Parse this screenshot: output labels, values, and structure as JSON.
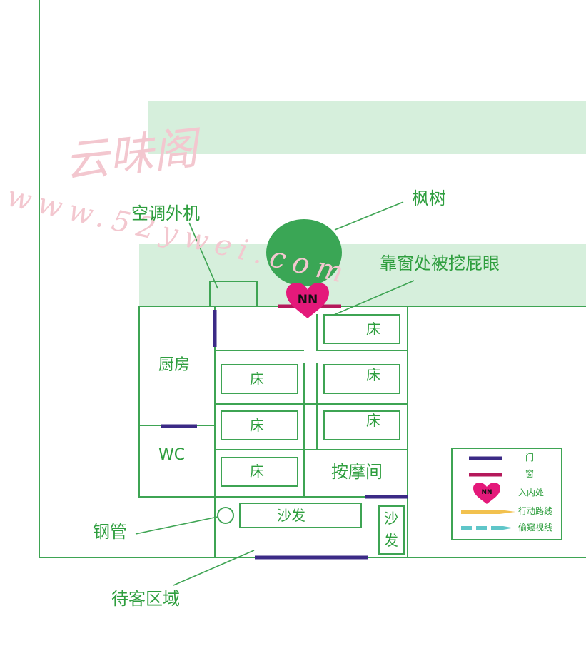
{
  "labels": {
    "ac_unit": "空调外机",
    "maple": "枫树",
    "window_spot": "靠窗处被挖屁眼",
    "kitchen": "厨房",
    "wc": "WC",
    "massage_room": "按摩间",
    "steel_pipe": "钢管",
    "waiting_area": "待客区域",
    "bed": "床",
    "sofa": "沙发",
    "sofa_vertical_1": "沙",
    "sofa_vertical_2": "发",
    "heart_mark": "NN"
  },
  "legend": {
    "items": [
      {
        "label": "门",
        "kind": "door"
      },
      {
        "label": "窗",
        "kind": "window"
      },
      {
        "label": "入内处",
        "kind": "entry"
      },
      {
        "label": "行动路线",
        "kind": "route"
      },
      {
        "label": "偷窥视线",
        "kind": "sightline"
      }
    ]
  },
  "watermark": {
    "chinese": "云味阁",
    "url": "www.52ywei.com"
  },
  "colors": {
    "wall": "#3ea453",
    "band": "#d6efdc",
    "tree": "#3aa655",
    "heart": "#e4197a",
    "door": "#3b2a86",
    "window": "#b5195b",
    "route": "#f2c14e",
    "sightline": "#5fc6c9",
    "text": "#2e9e3e",
    "watermark": "#f3c7cf"
  }
}
